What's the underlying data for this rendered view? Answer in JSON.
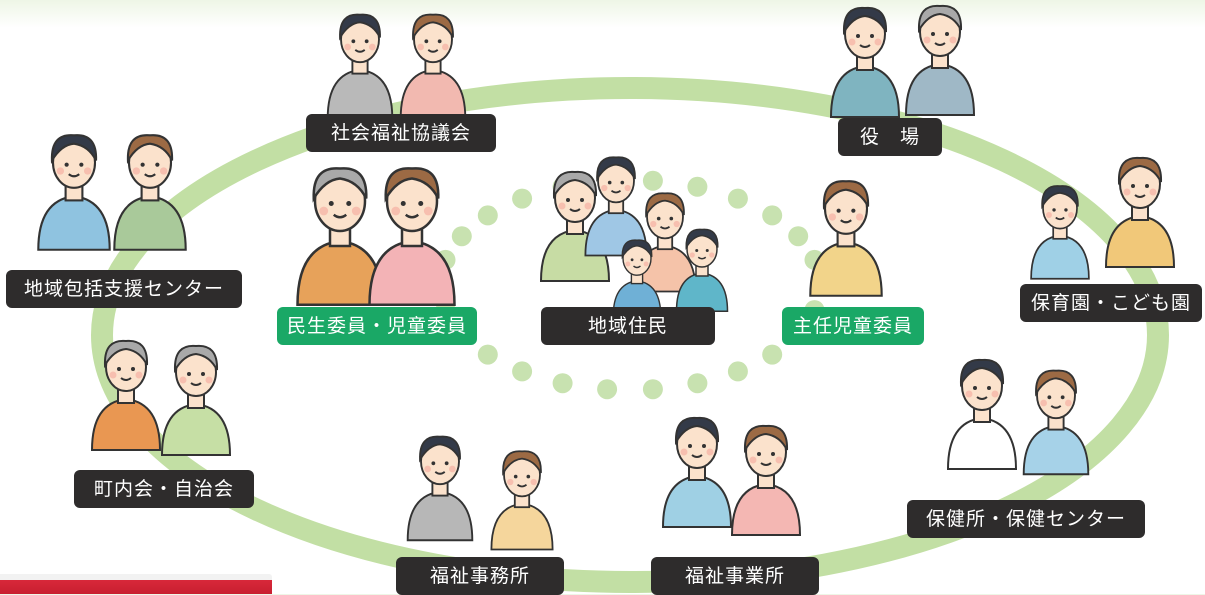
{
  "diagram": {
    "center": {
      "label": "地域住民"
    },
    "inner_partners": [
      {
        "label": "民生委員・児童委員"
      },
      {
        "label": "主任児童委員"
      }
    ],
    "outer_partners": [
      {
        "label": "社会福祉協議会"
      },
      {
        "label": "役　場"
      },
      {
        "label": "地域包括支援センター"
      },
      {
        "label": "保育園・こども園"
      },
      {
        "label": "町内会・自治会"
      },
      {
        "label": "保健所・保健センター"
      },
      {
        "label": "福祉事務所"
      },
      {
        "label": "福祉事業所"
      }
    ]
  },
  "colors": {
    "ring": "#c2dfa4",
    "inner_dots": "#c8e2b0",
    "label_dark": "#2e2c2c",
    "label_green": "#1aa866",
    "skin": "#fbe2cc",
    "hair_dark": "#333a48",
    "hair_gray": "#a9a9a9",
    "hair_brown": "#9c6a44"
  },
  "icons": [
    "person-pair-illustration",
    "family-illustration",
    "clipboard-icon",
    "stethoscope-icon"
  ]
}
